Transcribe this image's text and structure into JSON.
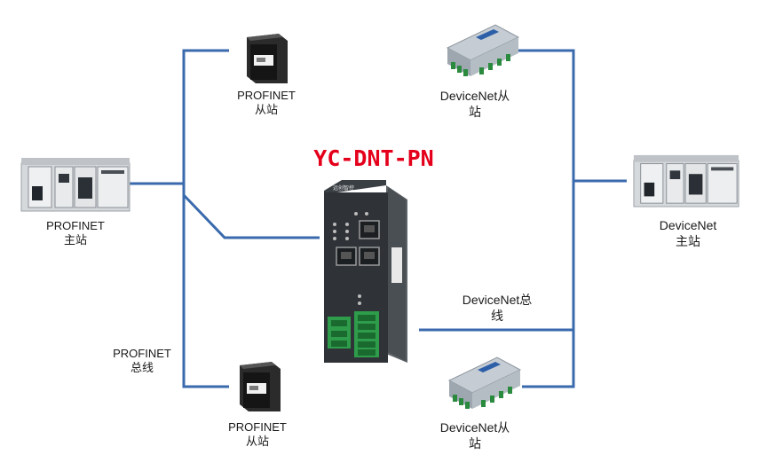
{
  "gateway": {
    "model": "YC-DNT-PN",
    "brand": "远创智控"
  },
  "nodes": {
    "profinet_slave_top": {
      "line1": "PROFINET",
      "line2": "从站"
    },
    "profinet_master": {
      "line1": "PROFINET",
      "line2": "主站"
    },
    "profinet_bus": {
      "line1": "PROFINET",
      "line2": "总线"
    },
    "profinet_slave_bottom": {
      "line1": "PROFINET",
      "line2": "从站"
    },
    "devicenet_slave_top": {
      "line1": "DeviceNet从",
      "line2": "站"
    },
    "devicenet_master": {
      "line1": "DeviceNet",
      "line2": "主站"
    },
    "devicenet_bus": {
      "line1": "DeviceNet总",
      "line2": "线"
    },
    "devicenet_slave_bottom": {
      "line1": "DeviceNet从",
      "line2": "站"
    }
  },
  "colors": {
    "wire": "#3a6aad",
    "title": "#e4001b"
  }
}
